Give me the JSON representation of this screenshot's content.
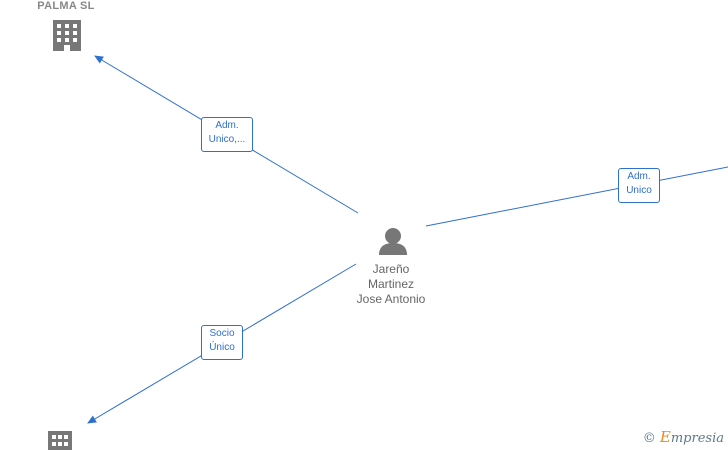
{
  "nodes": {
    "company_top": {
      "name": "PALMA  SL",
      "icon": "building-icon"
    },
    "person": {
      "name_lines": [
        "Jareño",
        "Martinez",
        "Jose Antonio"
      ],
      "icon": "person-icon"
    },
    "company_bottom": {
      "name": "",
      "icon": "building-icon"
    }
  },
  "edges": [
    {
      "id": "edge-top-left",
      "label_lines": [
        "Adm.",
        "Unico,..."
      ]
    },
    {
      "id": "edge-right",
      "label_lines": [
        "Adm.",
        "Unico"
      ]
    },
    {
      "id": "edge-bottom-left",
      "label_lines": [
        "Socio",
        "Único"
      ]
    }
  ],
  "watermark": {
    "copyright": "©",
    "brand_initial": "E",
    "brand_rest": "mpresia"
  },
  "colors": {
    "edge": "#2f6fce",
    "icon": "#777777",
    "text": "#666666"
  }
}
